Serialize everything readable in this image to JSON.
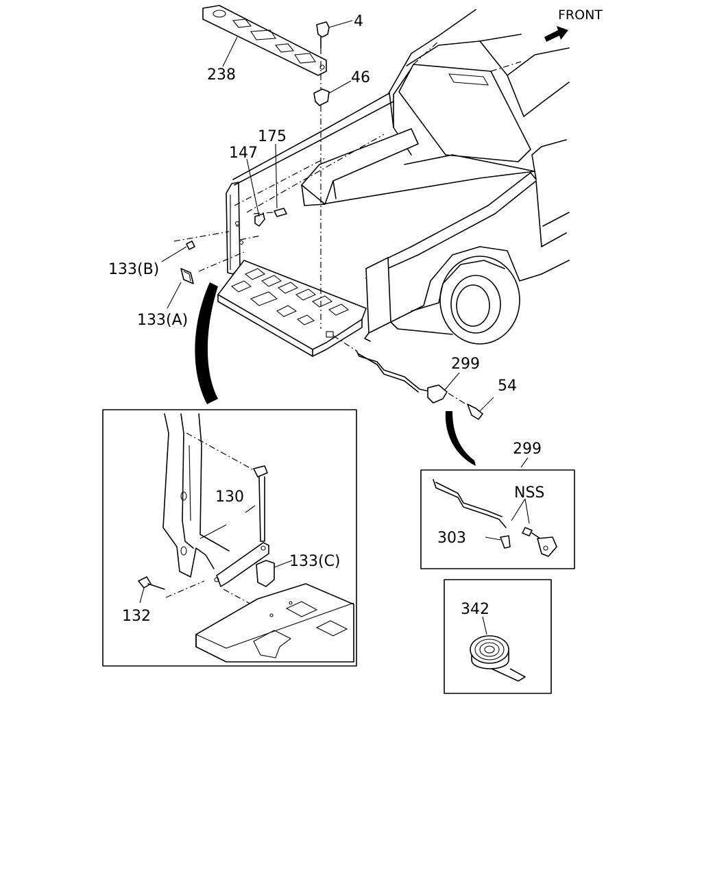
{
  "orientation": {
    "text": "FRONT",
    "icon": "arrow-front-icon"
  },
  "callouts": {
    "c4": "4",
    "c46": "46",
    "c238": "238",
    "c175": "175",
    "c147": "147",
    "c133b": "133(B)",
    "c133a": "133(A)",
    "c299": "299",
    "c54": "54",
    "c130": "130",
    "c133c": "133(C)",
    "c132": "132",
    "c299b": "299",
    "cnss": "NSS",
    "c303": "303",
    "c342": "342"
  }
}
